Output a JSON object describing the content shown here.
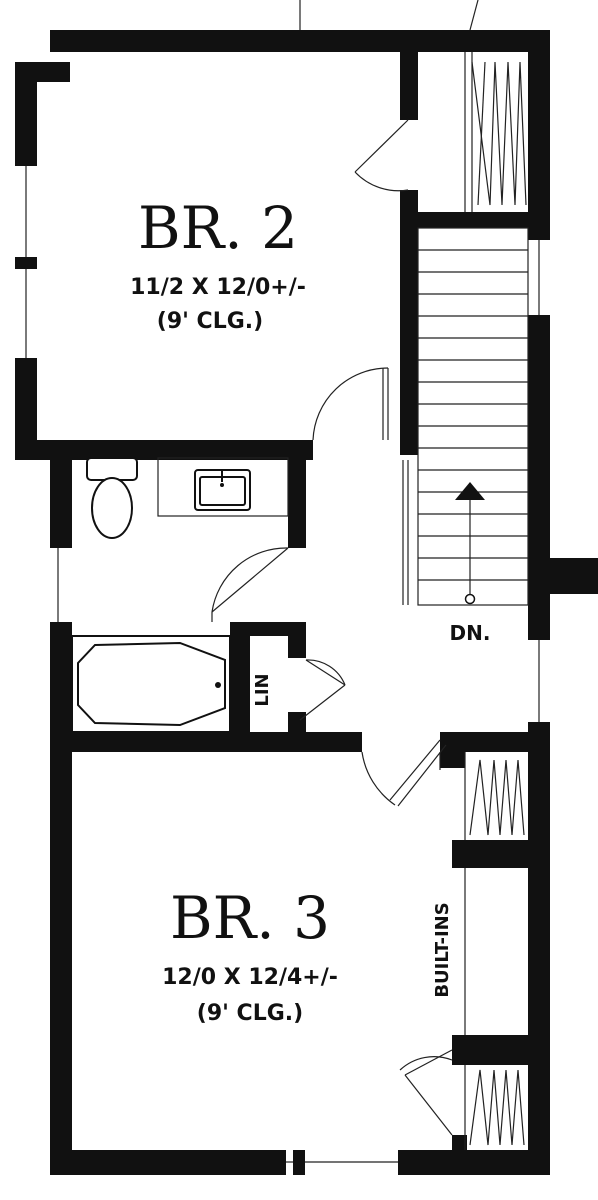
{
  "plan": {
    "colors": {
      "wall": "#111111",
      "background": "#ffffff"
    },
    "rooms": {
      "br2": {
        "name": "BR. 2",
        "size": "11/2 X 12/0+/-",
        "ceiling": "(9' CLG.)"
      },
      "br3": {
        "name": "BR. 3",
        "size": "12/0 X 12/4+/-",
        "ceiling": "(9' CLG.)"
      }
    },
    "labels": {
      "linen": "LIN",
      "stairs": "DN.",
      "builtins": "BUILT-INS"
    },
    "icons": [
      "toilet-icon",
      "sink-icon",
      "bathtub-icon",
      "stair-arrow-icon",
      "closet-shelving-icon"
    ]
  }
}
